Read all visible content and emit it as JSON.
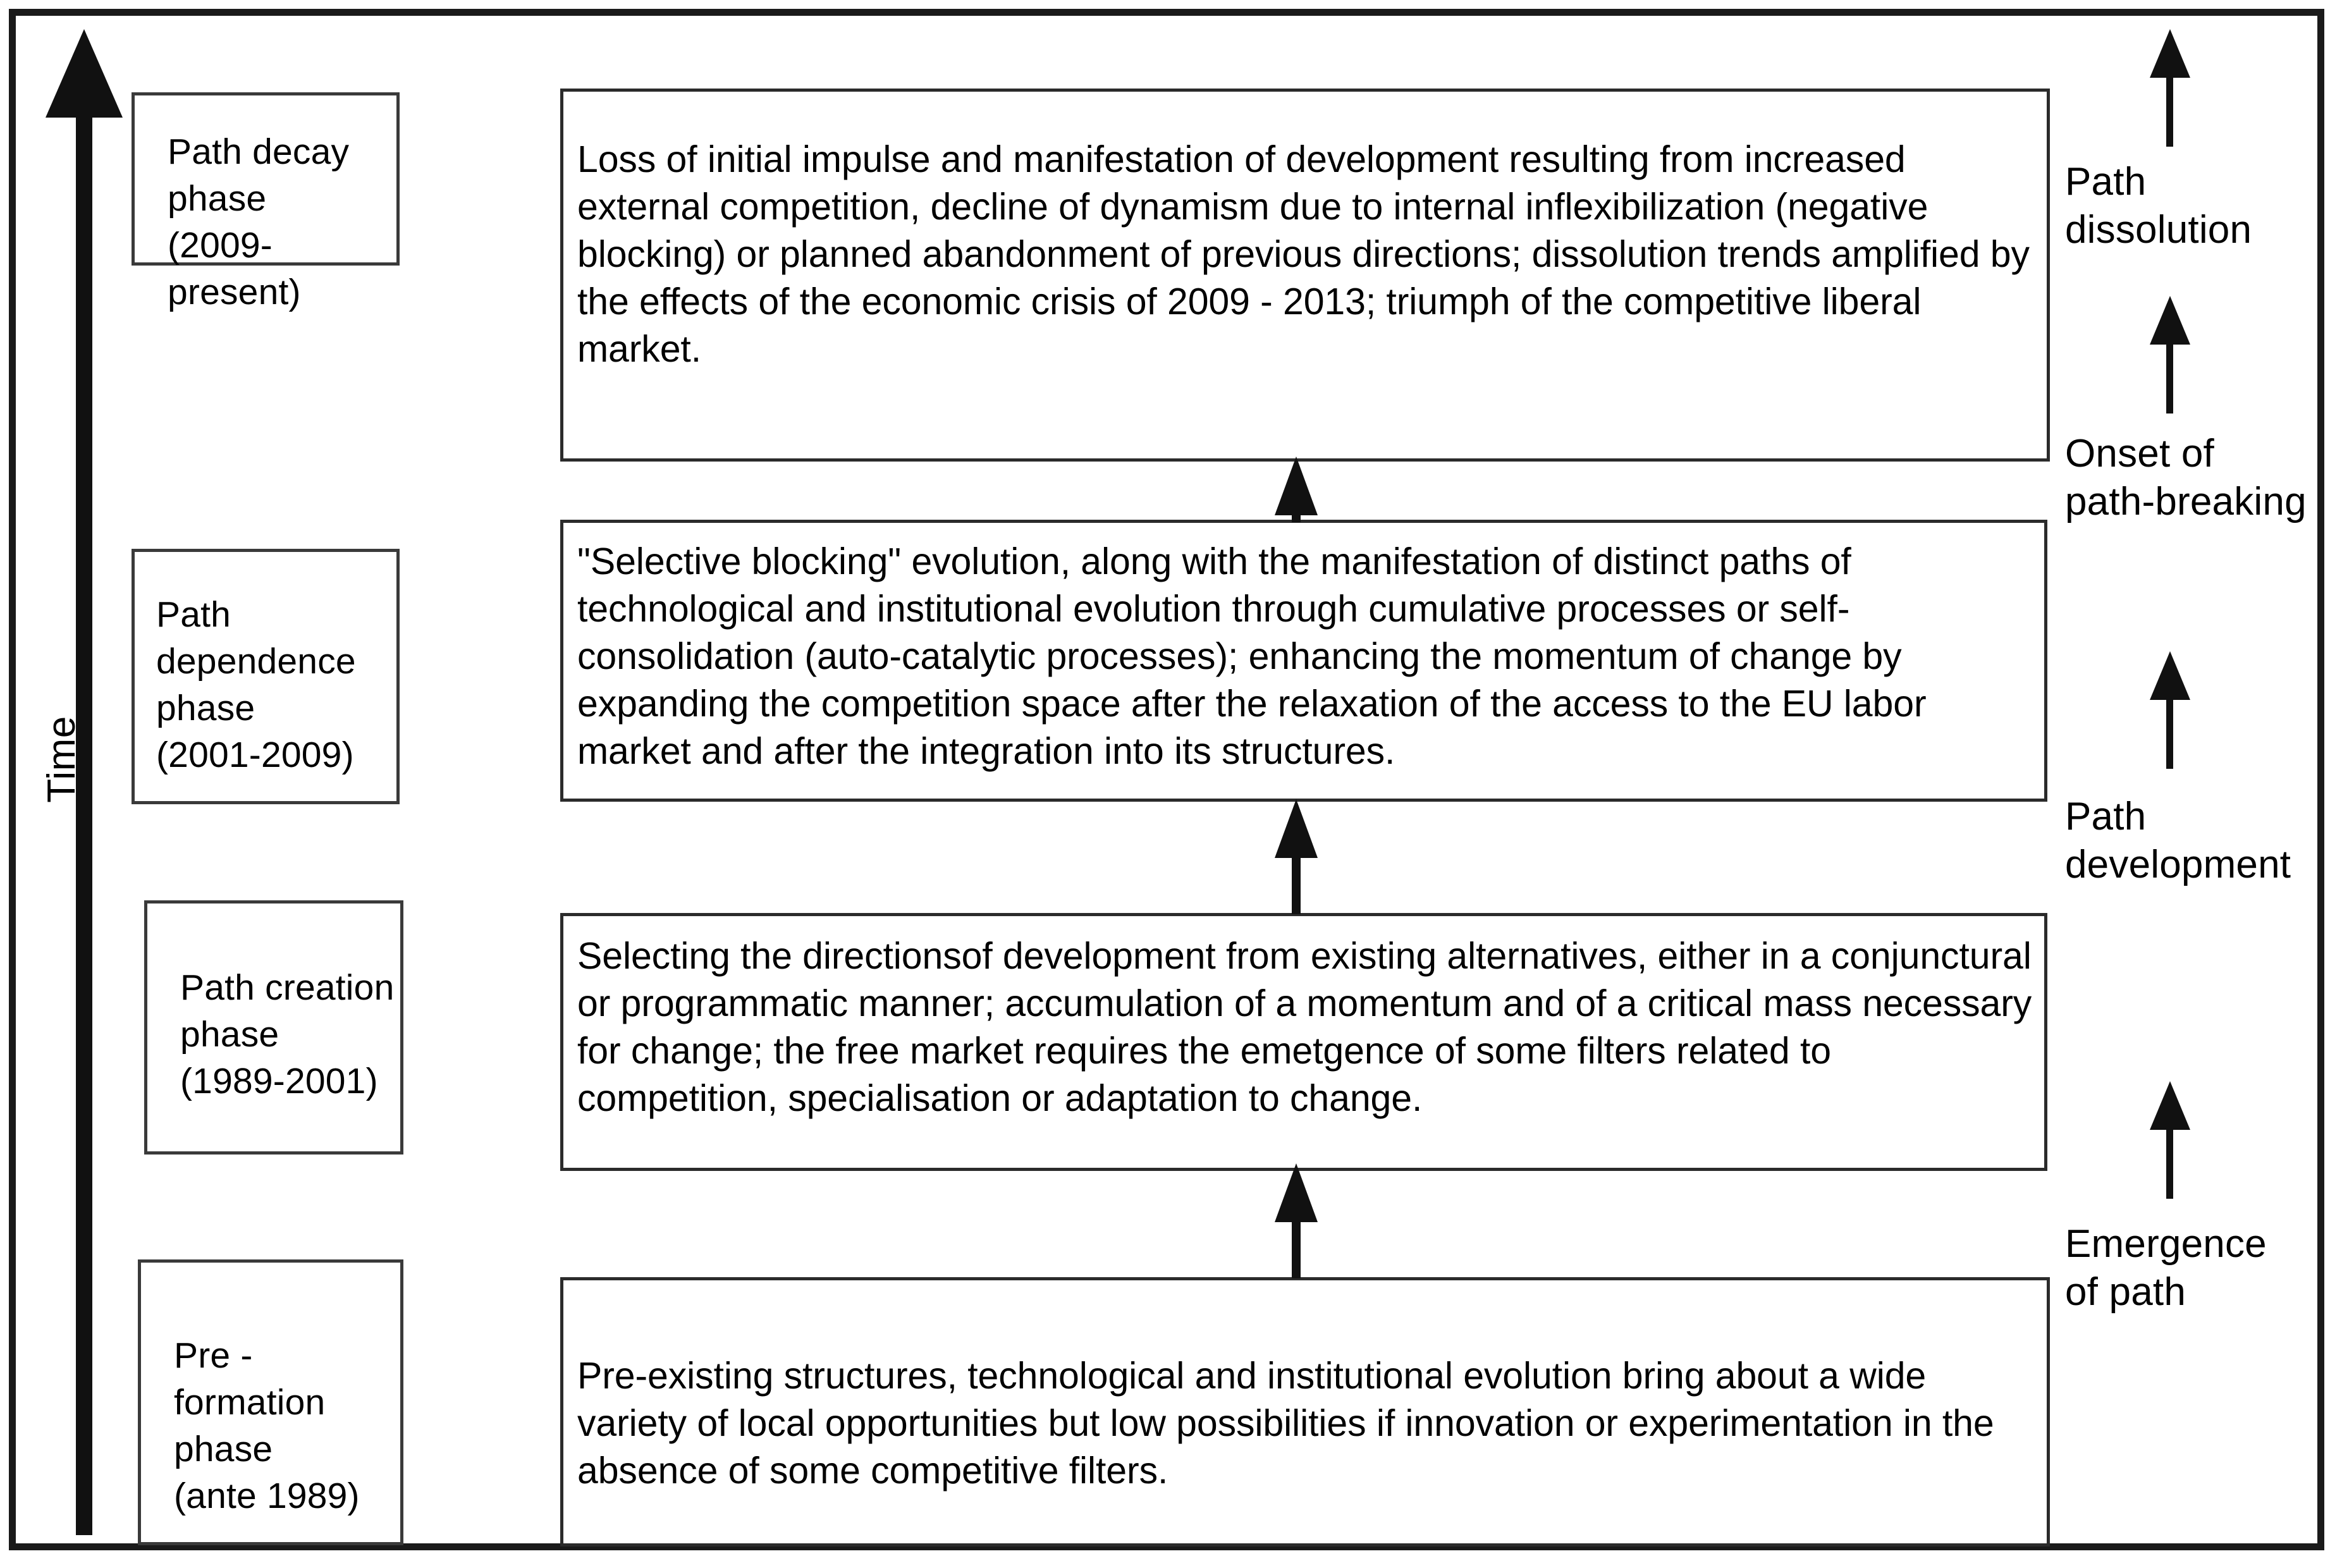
{
  "figure": {
    "axis_label": "Time"
  },
  "phases": [
    {
      "id": "path-decay",
      "label": "Path decay\nphase\n(2009-present)",
      "description": "Loss of initial impulse and manifestation of development resulting from increased external competition, decline of dynamism due to internal inflexibilization (negative blocking) or planned abandonment of previous directions; dissolution trends amplified by the effects of the economic crisis of 2009 - 2013; triumph of the competitive liberal market."
    },
    {
      "id": "path-dependence",
      "label": "Path dependence\nphase\n(2001-2009)",
      "description": "\"Selective blocking\" evolution, along with the manifestation of distinct paths of technological and institutional evolution through cumulative processes or self-consolidation (auto-catalytic processes); enhancing the momentum of change by expanding the competition space after the relaxation of the access to the EU labor market and after the integration into its structures."
    },
    {
      "id": "path-creation",
      "label": "Path creation\nphase\n(1989-2001)",
      "description": "Selecting the directionsof development from existing alternatives, either in a conjunctural or programmatic manner; accumulation of a momentum and of a critical mass necessary for change; the free market requires the emetgence of some filters related to competition, specialisation or adaptation to change."
    },
    {
      "id": "pre-formation",
      "label": "Pre - formation\nphase\n(ante 1989)",
      "description": "Pre-existing structures, technological and institutional evolution bring about a wide variety of local opportunities but low possibilities if innovation or experimentation in the absence of some competitive filters."
    }
  ],
  "stages": [
    {
      "id": "path-dissolution",
      "label": "Path\ndissolution"
    },
    {
      "id": "onset-of-path-breaking",
      "label": "Onset of\npath-breaking"
    },
    {
      "id": "path-development",
      "label": "Path\ndevelopment"
    },
    {
      "id": "emergence-of-path",
      "label": "Emergence\nof path"
    }
  ],
  "colors": {
    "line": "#111111",
    "box_border": "#2b2b2b",
    "background": "#ffffff"
  }
}
